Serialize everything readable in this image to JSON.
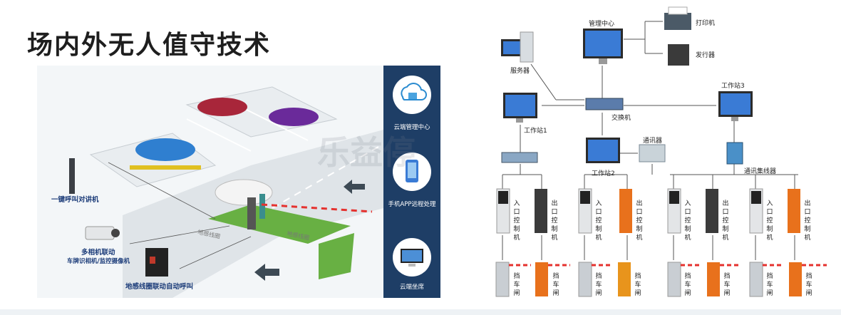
{
  "title": "场内外无人值守技术",
  "watermark": "乐益停",
  "scene": {
    "intercom_label": "一键呼叫对讲机",
    "camera_label": "多相机联动",
    "camera_sub": "车牌识相机/监控摄像机",
    "loop_label": "地感线圈联动自动呼叫",
    "ground_text_1": "地感线圈",
    "ground_text_2": "地感线圈"
  },
  "cloud_panel": {
    "items": [
      {
        "label": "云端管理中心",
        "icon": "cloud-folder-icon"
      },
      {
        "label": "手机APP远程处理",
        "icon": "phone-hand-icon"
      },
      {
        "label": "云端坐席",
        "icon": "monitor-icon"
      }
    ]
  },
  "system": {
    "mgmt_center": "管理中心",
    "printer": "打印机",
    "card_issuer": "发行器",
    "server": "服务器",
    "switch": "交换机",
    "workstation1": "工作站1",
    "workstation2": "工作站2",
    "workstation3": "工作站3",
    "communicator": "通讯器",
    "comm_hub": "通讯集线器",
    "entry": "入口控制机",
    "exit": "出口控制机",
    "barrier": "挡车闸"
  },
  "colors": {
    "panel": "#1e3e66",
    "accent_blue": "#1d3d7a",
    "barrier_orange": "#e8711c",
    "barrier_gray": "#c9ced3",
    "line": "#555555"
  }
}
